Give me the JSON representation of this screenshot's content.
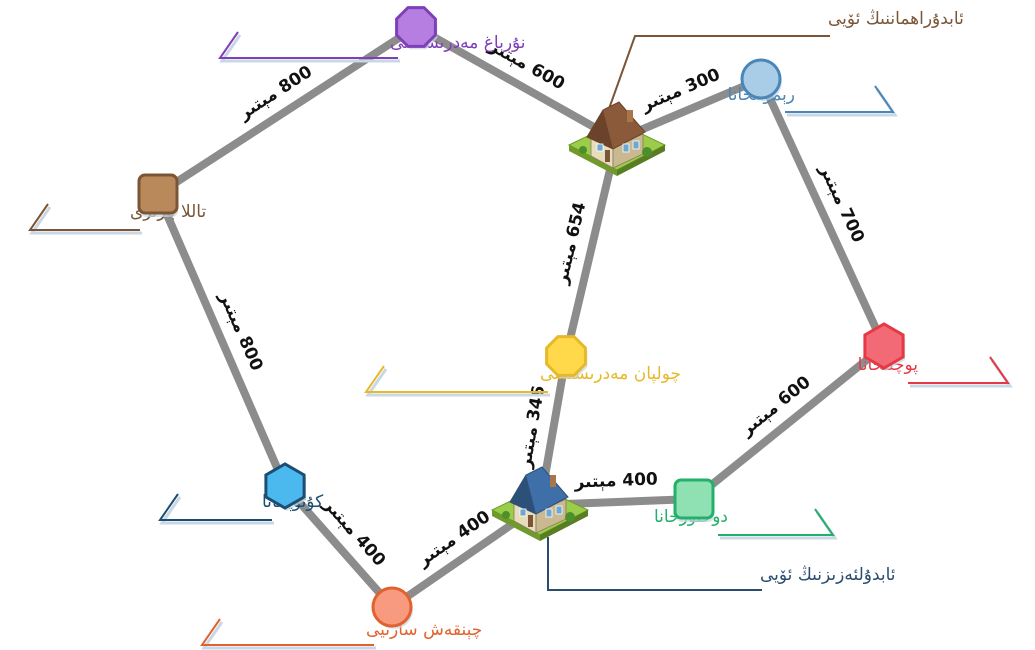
{
  "places": {
    "nurbagh_school": {
      "label": "نۇرباغ مەدرىسىسى",
      "color": "#7e3fb8",
      "fill": "#b67ee0",
      "shape": "octagon"
    },
    "talla_bazar": {
      "label": "تاللا بازىرى",
      "color": "#7a5637",
      "fill": "#b9895c",
      "shape": "square"
    },
    "kutupkhana": {
      "label": "كۇتۇپخانا",
      "color": "#1c4e72",
      "fill": "#4cb9ee",
      "shape": "hexagon"
    },
    "chenqesh_sari": {
      "label": "چېنقەش سارىيى",
      "color": "#e2622e",
      "fill": "#f79a7f",
      "shape": "circle"
    },
    "cholpan_school": {
      "label": "چولپان مەدرىسىسى",
      "color": "#e6b92a",
      "fill": "#ffd94a",
      "shape": "octagon"
    },
    "abduraheman_home": {
      "label": "ئابدۇراھماننىڭ ئۆيى",
      "color": "#7a5637",
      "shape": "house-brown"
    },
    "abdulezez_home": {
      "label": "ئابدۇلئەزىزنىڭ ئۆيى",
      "color": "#2a4c6e",
      "shape": "house-blue"
    },
    "remontkhana": {
      "label": "رېمونتخانا",
      "color": "#4a86b8",
      "fill": "#a9cde6",
      "shape": "circle"
    },
    "pochtikhana": {
      "label": "پوچتىخانا",
      "color": "#e63946",
      "fill": "#f36a77",
      "shape": "hexagon"
    },
    "dokhturkhana": {
      "label": "دوختۇرخانا",
      "color": "#22b06a",
      "fill": "#8fe0b3",
      "shape": "square"
    }
  },
  "routes": [
    {
      "from": "nurbagh_school",
      "to": "abduraheman_home",
      "distance": "600 مېتىر"
    },
    {
      "from": "nurbagh_school",
      "to": "talla_bazar",
      "distance": "800 مېتىر"
    },
    {
      "from": "abduraheman_home",
      "to": "remontkhana",
      "distance": "300 مېتىر"
    },
    {
      "from": "remontkhana",
      "to": "pochtikhana",
      "distance": "700 مېتىر"
    },
    {
      "from": "abduraheman_home",
      "to": "cholpan_school",
      "distance": "654 مېتىر"
    },
    {
      "from": "talla_bazar",
      "to": "kutupkhana",
      "distance": "800 مېتىر"
    },
    {
      "from": "cholpan_school",
      "to": "abdulezez_home",
      "distance": "346 مېتىر"
    },
    {
      "from": "abdulezez_home",
      "to": "dokhturkhana",
      "distance": "400 مېتىر"
    },
    {
      "from": "dokhturkhana",
      "to": "pochtikhana",
      "distance": "600 مېتىر"
    },
    {
      "from": "kutupkhana",
      "to": "chenqesh_sari",
      "distance": "400 مېتىر"
    },
    {
      "from": "chenqesh_sari",
      "to": "abdulezez_home",
      "distance": "400 مېتىر"
    }
  ]
}
